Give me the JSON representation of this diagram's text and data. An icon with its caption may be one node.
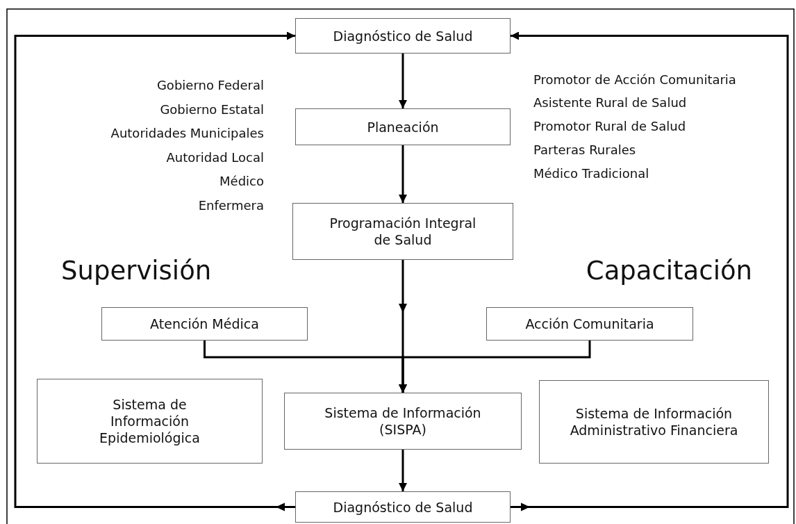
{
  "diagram": {
    "nodes": [
      {
        "text": [
          "Diagnóstico de Salud"
        ]
      },
      {
        "text": [
          "Planeación"
        ]
      },
      {
        "text": [
          "Programación Integral de Salud"
        ]
      },
      {
        "text": [
          "Atención Médica"
        ]
      },
      {
        "text": [
          "Acción Comunitaria"
        ]
      },
      {
        "text": [
          "Sistema de Información Epidemiológica"
        ]
      },
      {
        "text": [
          "Sistema de Información (SISPA)"
        ]
      },
      {
        "text": [
          "Sistema de Información Administrativo Financiera"
        ]
      },
      {
        "text": [
          "Diagnóstico de Salud"
        ]
      }
    ],
    "edges": [
      {
        "from": 0,
        "to": 1,
        "arrow": "to"
      },
      {
        "from": 1,
        "to": 2,
        "arrow": "to"
      },
      {
        "from": 2,
        "to": 6,
        "arrow": "to"
      },
      {
        "from": 3,
        "to": 6,
        "arrow": "to"
      },
      {
        "from": 4,
        "to": 6,
        "arrow": "to"
      },
      {
        "from": 6,
        "to": 8,
        "arrow": "to"
      },
      {
        "from": 8,
        "to": 0,
        "arrow": "to"
      },
      {
        "from": 8,
        "to": 0,
        "arrow": "to"
      }
    ],
    "labels": [
      "Gobierno Federal",
      "Gobierno Estatal",
      "Autoridades Municipales",
      "Autoridad Local",
      "Médico",
      "Enfermera",
      "Promotor de Acción Comunitaria",
      "Asistente Rural de Salud",
      "Promotor Rural de Salud",
      "Parteras Rurales",
      "Médico Tradicional",
      "Supervisión",
      "Capacitación"
    ]
  }
}
